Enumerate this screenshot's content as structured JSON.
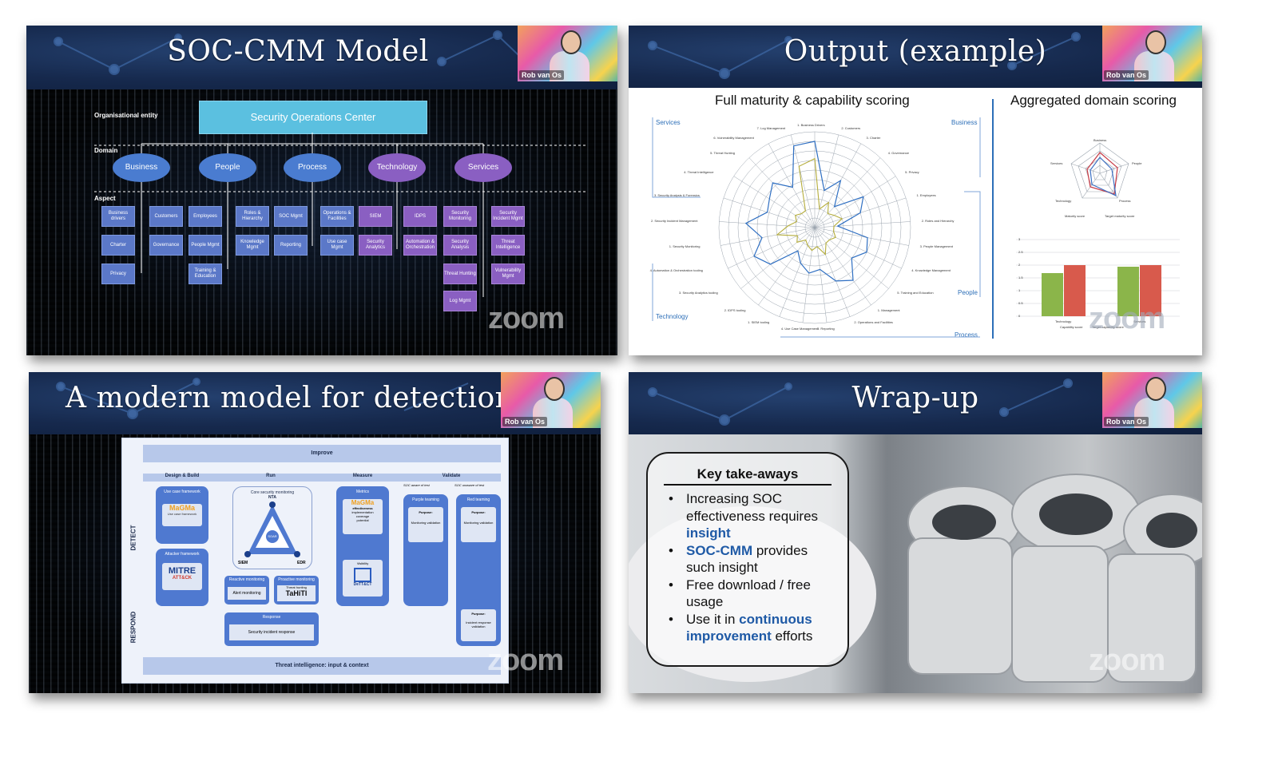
{
  "presenter_name": "Rob van Os",
  "watermark": "zoom",
  "slides": [
    {
      "title": "SOC-CMM Model",
      "labels": {
        "entity": "Organisational entity",
        "domain": "Domain",
        "aspect": "Aspect"
      },
      "soc_box": "Security Operations Center",
      "domains": [
        "Business",
        "People",
        "Process",
        "Technology",
        "Services"
      ],
      "aspects": [
        [
          "Business drivers",
          "Charter",
          "Privacy"
        ],
        [
          "Customers",
          "Governance"
        ],
        [
          "Employees",
          "People Mgmt",
          "Training & Education"
        ],
        [
          "Roles & Hierarchy",
          "Knowledge Mgmt"
        ],
        [
          "SOC Mgmt",
          "Reporting"
        ],
        [
          "Operations & Facilities",
          "Use case Mgmt"
        ],
        [
          "SIEM",
          "Security Analytics"
        ],
        [
          "IDPS",
          "Automation & Orchestration"
        ],
        [
          "Security Monitoring",
          "Security Analysis",
          "Threat Hunting",
          "Log Mgmt"
        ],
        [
          "Security Incident Mgmt",
          "Threat Intelligence",
          "Vulnerability Mgmt"
        ]
      ]
    },
    {
      "title": "Output (example)",
      "left_heading": "Full maturity & capability scoring",
      "right_heading": "Aggregated domain scoring",
      "corners": {
        "services": "Services",
        "business": "Business",
        "people": "People",
        "technology": "Technology",
        "process": "Process"
      },
      "radar_labels": [
        "1. Business Drivers",
        "2. Customers",
        "3. Charter",
        "4. Governance",
        "5. Privacy",
        "1. Employees",
        "2. Roles and Hierarchy",
        "3. People Management",
        "4. Knowledge Management",
        "5. Training and Education",
        "1. Management",
        "2. Operations and Facilities",
        "3. Reporting",
        "4. Use Case Management",
        "1. SIEM tooling",
        "2. IDPS tooling",
        "3. Security Analytics tooling",
        "4. Automation & Orchestration tooling",
        "1. Security Monitoring",
        "2. Security Incident Management",
        "3. Security Analysis & Forensics",
        "4. Threat Intelligence",
        "5. Threat Hunting",
        "6. Vulnerability Management",
        "7. Log Management"
      ],
      "pentagon_labels": [
        "Business",
        "People",
        "Process",
        "Technology",
        "Services"
      ],
      "pentagon_legend": [
        "Maturity score",
        "Target maturity score"
      ],
      "bar_y_ticks": [
        "3",
        "2.5",
        "2",
        "1.5",
        "1",
        "0.5",
        "0"
      ],
      "bar_categories": [
        "Technology",
        "Services"
      ],
      "bar_legend": [
        "Capability score",
        "Target capability score"
      ]
    },
    {
      "title": "A modern model for detection & rep",
      "improve": "Improve",
      "phases": [
        "Design & Build",
        "Run",
        "Measure",
        "Validate"
      ],
      "side_labels": [
        "DETECT",
        "RESPOND"
      ],
      "use_case_framework": "Use case framework",
      "magma": "MaGMa",
      "magma_sub": "Use case framework",
      "attacker_framework": "Attacker framework",
      "mitre": "MITRE",
      "attack": "ATT&CK",
      "core_monitoring": "Core security monitoring",
      "nta": "NTA",
      "siem": "SIEM",
      "edr": "EDR",
      "soar": "SOAR",
      "reactive": "Reactive monitoring",
      "alert_monitoring": "Alert monitoring",
      "proactive": "Proactive monitoring",
      "threat_hunting": "Threat hunting",
      "tahiti": "TaHiTI",
      "response": "Response",
      "security_incident_response": "Security incident response",
      "metrics": "Metrics",
      "metrics_items": [
        "effectiveness",
        "implementation",
        "coverage",
        "potential"
      ],
      "visibility": "Visibility",
      "dettect": "DeTT&CT",
      "purple_teaming": "Purple teaming",
      "red_teaming": "Red teaming",
      "soc_aware": "SOC aware of test",
      "soc_unaware": "SOC unaware of test",
      "purpose": "Purpose:",
      "monitoring_validation": "Monitoring validation",
      "incident_response_validation": "Incident response validation",
      "threat_intel": "Threat intelligence: input & context"
    },
    {
      "title": "Wrap-up",
      "card_title": "Key take-aways",
      "b1_text": "Increasing SOC effectiveness requires ",
      "b1_hl": "insight",
      "b2_hl": "SOC-CMM",
      "b2_text": " provides such insight",
      "b3_text": "Free download / free usage",
      "b4_text": "Use it in ",
      "b4_hl": "continuous improvement",
      "b4_tail": " efforts"
    }
  ]
}
